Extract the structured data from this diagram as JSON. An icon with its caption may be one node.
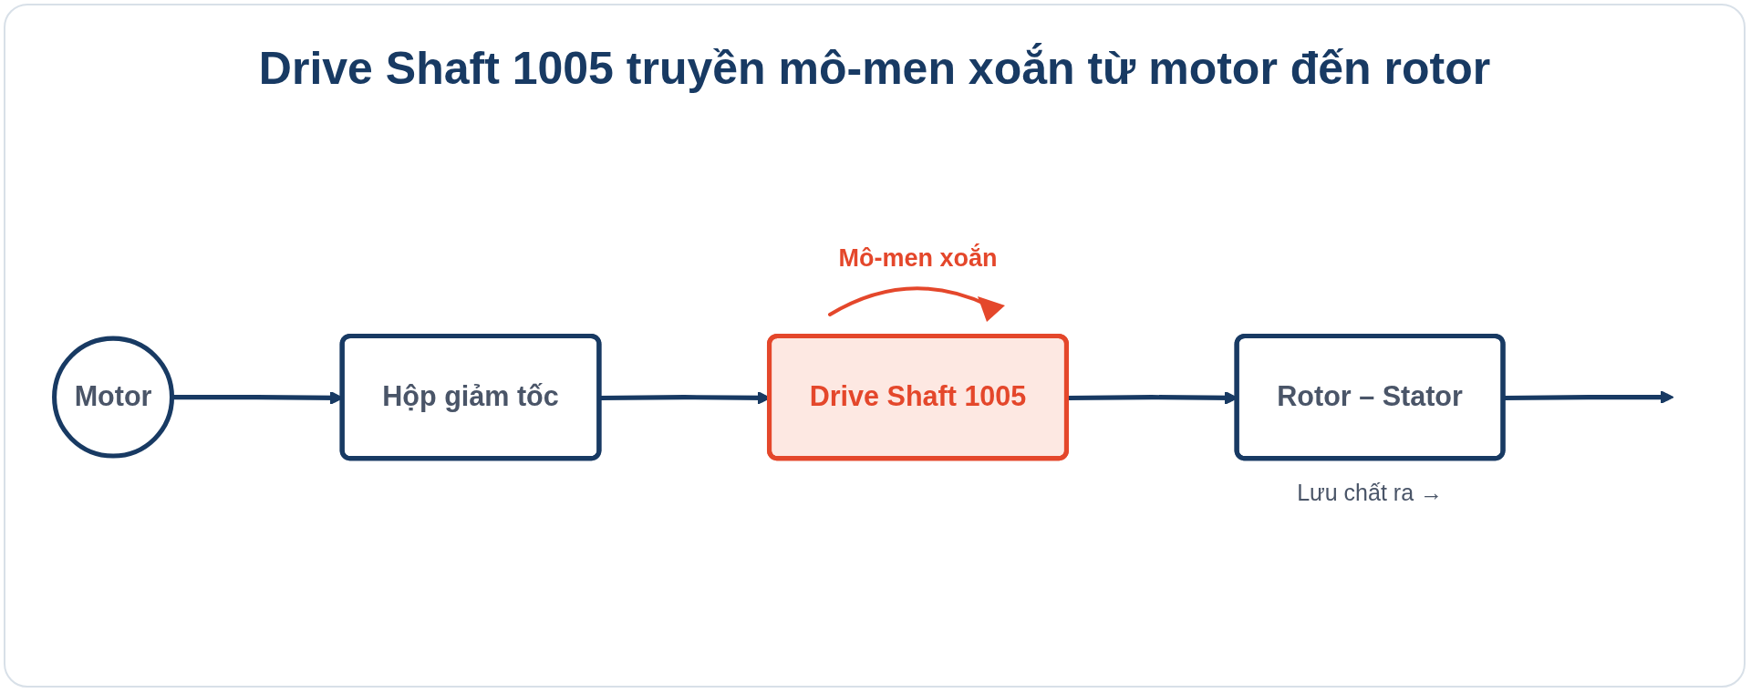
{
  "diagram": {
    "title": "Drive Shaft 1005 truyền mô-men xoắn từ motor đến rotor",
    "nodes": [
      {
        "text": [
          "Motor"
        ]
      },
      {
        "text": [
          "Hộp giảm tốc"
        ]
      },
      {
        "text": [
          "Drive Shaft 1005"
        ],
        "beside": [
          "Mô-men xoắn"
        ]
      },
      {
        "text": [
          "Rotor – Stator"
        ],
        "beside": [
          "Lưu chất ra →"
        ]
      }
    ],
    "edges": [
      {
        "from": 0,
        "to": 1,
        "arrow": "to"
      },
      {
        "from": 1,
        "to": 2,
        "arrow": "to"
      },
      {
        "from": 2,
        "to": 3,
        "arrow": "to"
      },
      {
        "from": 3,
        "to": null,
        "arrow": "to"
      }
    ]
  }
}
